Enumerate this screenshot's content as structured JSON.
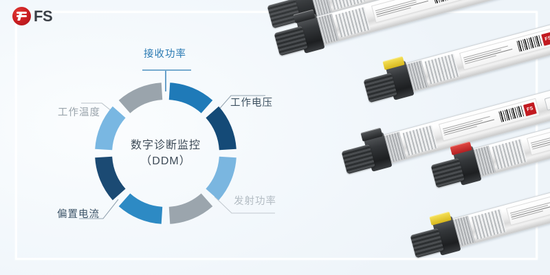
{
  "brand": {
    "logo_text": "FS",
    "logo_mark_name": "fs-logo-mark",
    "logo_color": "#c21a20"
  },
  "background": {
    "color": "#f2f7fb",
    "frame_color": "#ffffff"
  },
  "diagram": {
    "center": {
      "line1": "数字诊断监控",
      "line2": "（DDM）"
    },
    "labels": [
      {
        "id": "rx-power",
        "text": "接收功率",
        "color": "#2a7ab3"
      },
      {
        "id": "voltage",
        "text": "工作电压",
        "color": "#3e5160"
      },
      {
        "id": "temperature",
        "text": "工作温度",
        "color": "#9aa4ac"
      },
      {
        "id": "bias-current",
        "text": "偏置电流",
        "color": "#3b5266"
      },
      {
        "id": "tx-power",
        "text": "发射功率",
        "color": "#b3bcc3"
      }
    ]
  },
  "chart_data": {
    "type": "pie",
    "title": "数字诊断监控（DDM）",
    "subtitle": "",
    "xlabel": "",
    "ylabel": "",
    "categories": [
      "接收功率",
      "工作电压",
      "工作电压-right",
      "发射功率",
      "发射功率-lower",
      "偏置电流",
      "偏置电流-left",
      "工作温度"
    ],
    "values": [
      12.5,
      12.5,
      12.5,
      12.5,
      12.5,
      12.5,
      12.5,
      12.5
    ],
    "segment_colors": [
      "#1f7ab8",
      "#144a77",
      "#7ab6e0",
      "#9ba5ad",
      "#2d8ac4",
      "#1b4a73",
      "#79b7e2",
      "#9aa4ac"
    ],
    "segment_labels": [
      "接收功率",
      "工作电压",
      "工作电压",
      "发射功率",
      "发射功率",
      "偏置电流",
      "偏置电流",
      "工作温度"
    ],
    "donut": true,
    "inner_radius_ratio": 0.76,
    "gap_degrees": 7,
    "legend_position": "around",
    "grid": false
  },
  "products": {
    "label_badge_text": "FS",
    "items": [
      {
        "id": "module-1",
        "latch_color": "red",
        "latch_hex": "#c0282a"
      },
      {
        "id": "module-2",
        "latch_color": "black",
        "latch_hex": "#2c2f31"
      },
      {
        "id": "module-3",
        "latch_color": "yellow",
        "latch_hex": "#d8b81c"
      },
      {
        "id": "module-4",
        "latch_color": "black",
        "latch_hex": "#2c2f31"
      },
      {
        "id": "module-5",
        "latch_color": "red",
        "latch_hex": "#c0282a"
      },
      {
        "id": "module-6",
        "latch_color": "yellow",
        "latch_hex": "#d8b81c"
      }
    ]
  }
}
